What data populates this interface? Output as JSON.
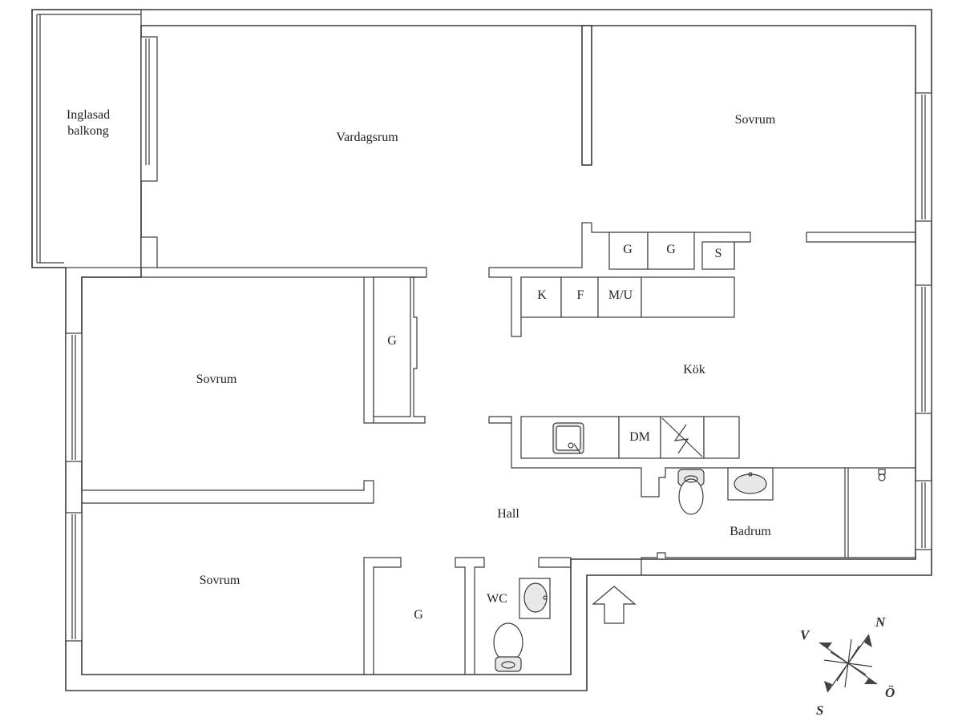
{
  "rooms": {
    "balcony_line1": "Inglasad",
    "balcony_line2": "balkong",
    "living": "Vardagsrum",
    "bedroom_ne": "Sovrum",
    "bedroom_w": "Sovrum",
    "bedroom_sw": "Sovrum",
    "kitchen": "Kök",
    "hall": "Hall",
    "bathroom": "Badrum",
    "wc": "WC"
  },
  "storage": {
    "wardrobe_center": "G",
    "wardrobe_kitchen_1": "G",
    "wardrobe_kitchen_2": "G",
    "closet_s": "S",
    "wardrobe_hall": "G"
  },
  "appliances": {
    "fridge": "K",
    "freezer": "F",
    "microwave_oven": "M/U",
    "dishwasher": "DM"
  },
  "compass": {
    "north": "N",
    "south": "S",
    "west": "V",
    "east": "Ö"
  },
  "colors": {
    "wall": "#3a3a3a",
    "background": "#ffffff"
  }
}
